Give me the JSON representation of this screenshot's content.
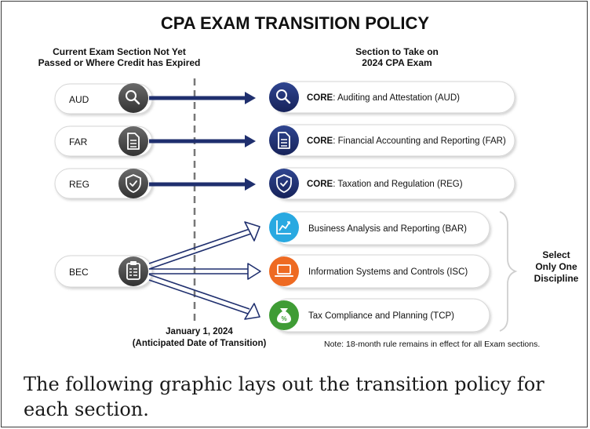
{
  "title": "CPA EXAM TRANSITION POLICY",
  "left_header": [
    "Current Exam Section Not Yet",
    "Passed or Where Credit has Expired"
  ],
  "right_header": [
    "Section to Take on",
    "2024 CPA Exam"
  ],
  "rows": [
    {
      "label": "AUD",
      "left_icon": "search-icon",
      "right_icon": "search-icon",
      "prefix": "CORE",
      "text": ": Auditing and Attestation (AUD)"
    },
    {
      "label": "FAR",
      "left_icon": "document-icon",
      "right_icon": "document-icon",
      "prefix": "CORE",
      "text": ": Financial Accounting and Reporting (FAR)"
    },
    {
      "label": "REG",
      "left_icon": "shield-check-icon",
      "right_icon": "shield-check-icon",
      "prefix": "CORE",
      "text": ": Taxation and Regulation (REG)"
    }
  ],
  "bec": {
    "label": "BEC",
    "icon": "clipboard-icon"
  },
  "disciplines": [
    {
      "text": "Business Analysis and Reporting (BAR)",
      "icon": "chart-icon",
      "color": "#29a9e1"
    },
    {
      "text": "Information Systems and Controls (ISC)",
      "icon": "laptop-icon",
      "color": "#ee6a22"
    },
    {
      "text": "Tax Compliance and Planning (TCP)",
      "icon": "money-bag-icon",
      "color": "#3f9c35"
    }
  ],
  "side_note": [
    "Select",
    "Only One",
    "Discipline"
  ],
  "date_label": [
    "January 1, 2024",
    "(Anticipated Date of Transition)"
  ],
  "note": "Note:  18-month rule remains in effect for all Exam sections.",
  "caption": "The following graphic lays out the transition policy for each section.",
  "colors": {
    "navy": "#1f2f6e",
    "grey_icon": "#4a4a4a",
    "pill_border": "#d6d6d6",
    "dashed": "#777777"
  }
}
